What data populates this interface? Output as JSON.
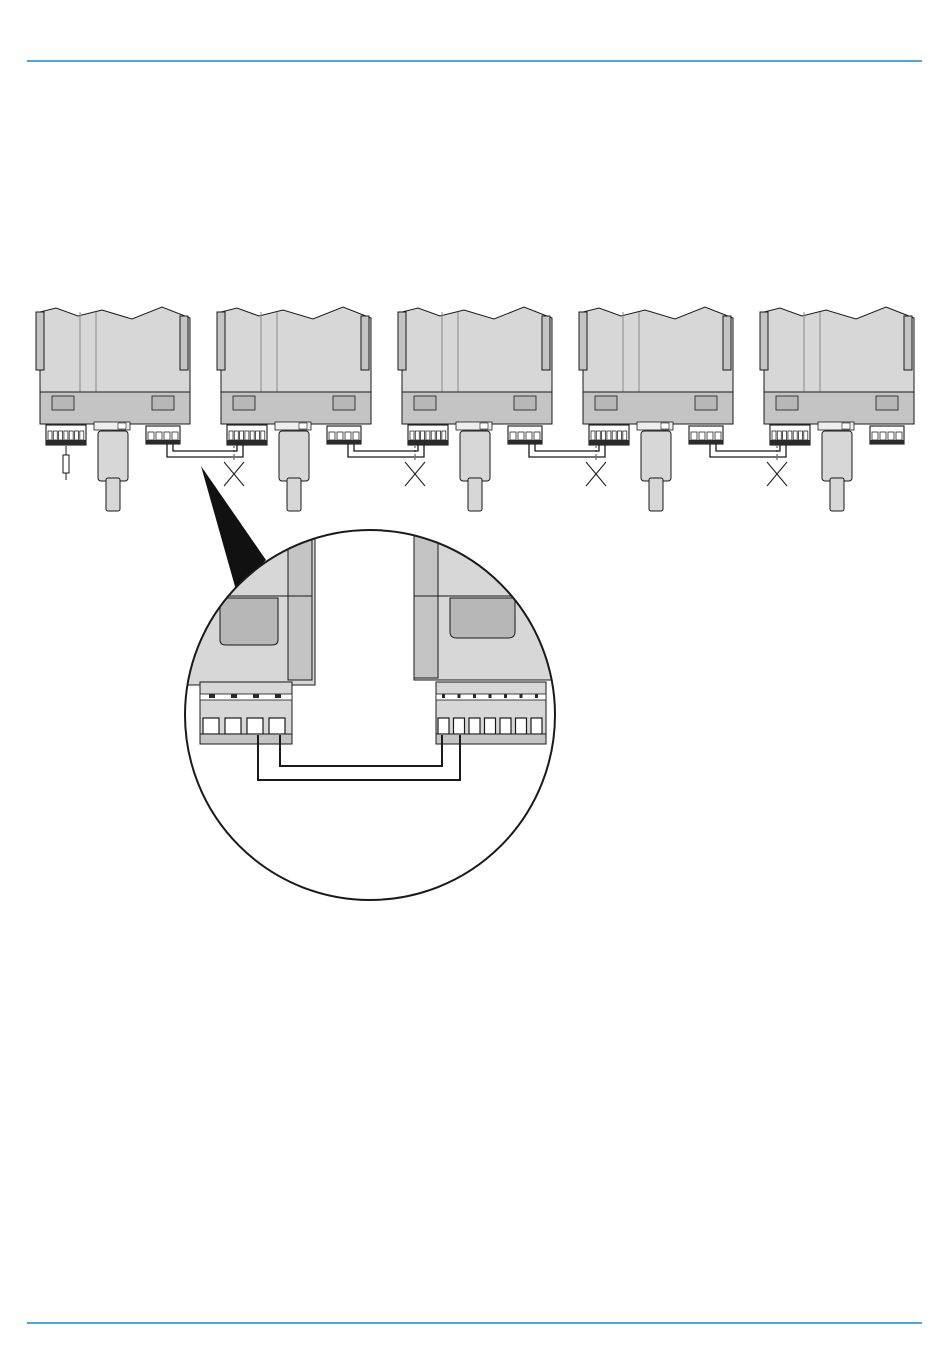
{
  "colors": {
    "rule": "#4aa8dc",
    "housing": "#d7d7d7",
    "housing_dark": "#c4c4c4",
    "shade": "#b7b7b7",
    "terminal": "#2a2a2a",
    "line": "#1a1a1a",
    "pointer": "#111111"
  },
  "diagram": {
    "drive_count": 5,
    "first_drive_has_terminator": true,
    "unused_connectors_marked": true,
    "inset_small_terminal_count": 4,
    "inset_large_terminal_count": 6
  }
}
